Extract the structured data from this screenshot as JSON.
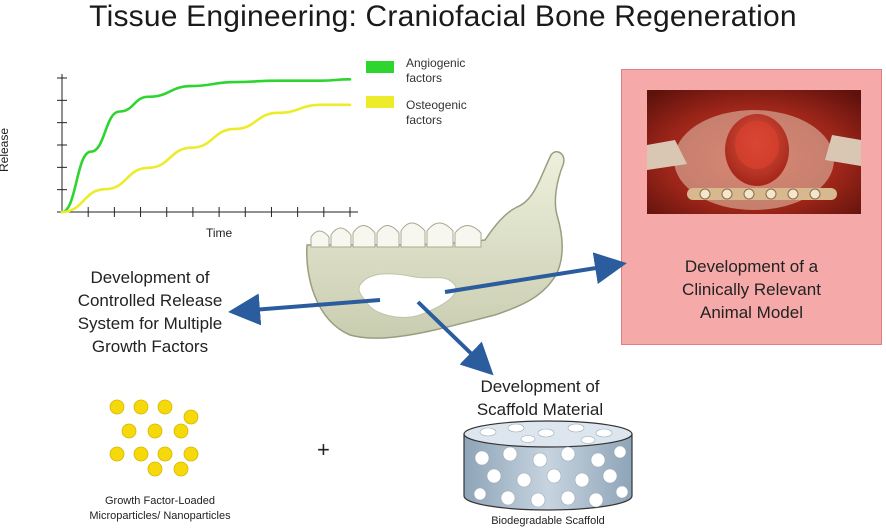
{
  "title": "Tissue Engineering: Craniofacial Bone Regeneration",
  "chart_data": {
    "type": "line",
    "xlabel": "Time",
    "ylabel": "Growth Factor Release",
    "legend_position": "right",
    "grid": false,
    "series": [
      {
        "name": "Angiogenic factors",
        "color": "#2ed52e",
        "x": [
          0,
          0.1,
          0.2,
          0.3,
          0.45,
          0.6,
          0.75,
          0.9,
          1.0
        ],
        "y": [
          0.0,
          0.45,
          0.75,
          0.86,
          0.94,
          0.97,
          0.98,
          0.98,
          0.99
        ]
      },
      {
        "name": "Osteogenic factors",
        "color": "#ecec2a",
        "x": [
          0,
          0.15,
          0.3,
          0.45,
          0.6,
          0.75,
          0.9,
          1.0
        ],
        "y": [
          0.0,
          0.17,
          0.33,
          0.48,
          0.62,
          0.74,
          0.8,
          0.8
        ]
      }
    ]
  },
  "labels": {
    "controlled_release": [
      "Development of",
      "Controlled Release",
      "System for Multiple",
      "Growth Factors"
    ],
    "animal_model": [
      "Development of a",
      "Clinically Relevant",
      "Animal Model"
    ],
    "scaffold_material": [
      "Development of",
      "Scaffold Material"
    ],
    "particles_caption": [
      "Growth Factor-Loaded",
      "Microparticles/ Nanoparticles"
    ],
    "scaffold_caption": "Biodegradable Scaffold",
    "plus": "+"
  },
  "colors": {
    "arrow": "#2a5c9e",
    "particle": "#f5d90a",
    "animal_box": "#f6a9a9",
    "scaffold_fill": "#b8c8d6"
  }
}
